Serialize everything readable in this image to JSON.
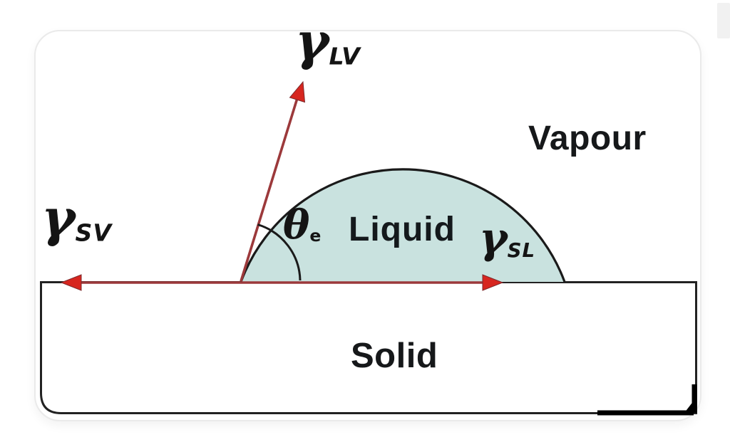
{
  "figure": {
    "type": "contact-angle-diagram",
    "labels": {
      "gamma_lv": {
        "symbol": "γ",
        "subscript": "LV"
      },
      "gamma_sv": {
        "symbol": "γ",
        "subscript": "SV"
      },
      "gamma_sl": {
        "symbol": "γ",
        "subscript": "SL"
      },
      "theta_e": {
        "symbol": "θ",
        "subscript": "e"
      },
      "vapour": "Vapour",
      "liquid": "Liquid",
      "solid": "Solid"
    },
    "colors": {
      "droplet_fill": "#c9e2df",
      "outline": "#1a1a1a",
      "arrow_shaft": "#9c393b",
      "arrow_head": "#d7261f",
      "card_border": "#eaeaea"
    }
  }
}
